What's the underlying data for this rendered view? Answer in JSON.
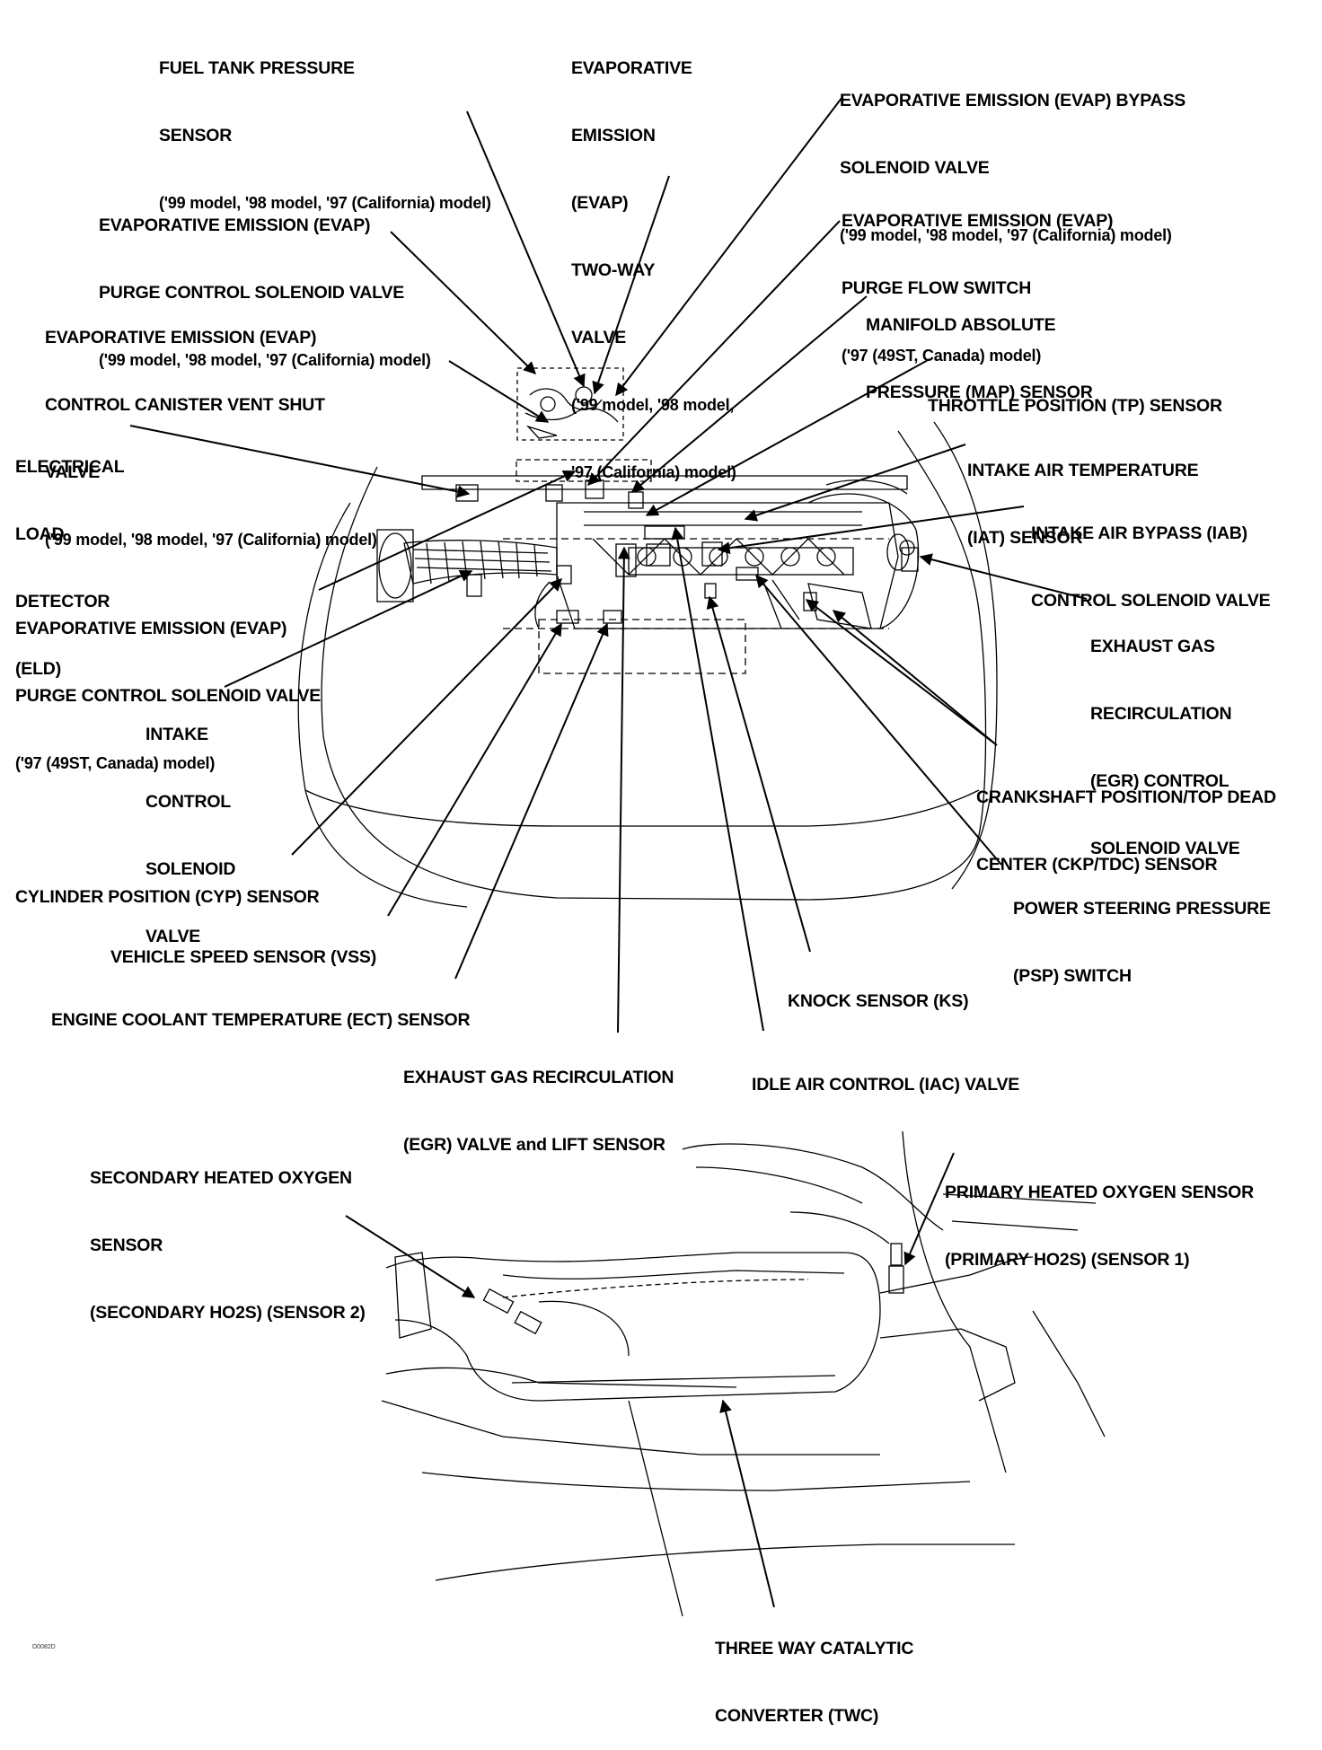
{
  "figure_code": "D0082D",
  "labels": {
    "fuel_tank_pressure": [
      "FUEL TANK PRESSURE",
      "SENSOR",
      "('99 model, '98 model, '97 (California) model)"
    ],
    "evap_two_way": [
      "EVAPORATIVE",
      "EMISSION",
      "(EVAP)",
      "TWO-WAY",
      "VALVE",
      "('99 model, '98 model,",
      "'97 (California) model)"
    ],
    "evap_bypass": [
      "EVAPORATIVE EMISSION (EVAP) BYPASS",
      "SOLENOID VALVE",
      "('99 model, '98 model, '97 (California) model)"
    ],
    "evap_purge_ctrl_99": [
      "EVAPORATIVE EMISSION (EVAP)",
      "PURGE CONTROL SOLENOID VALVE",
      "('99 model, '98 model, '97 (California) model)"
    ],
    "evap_purge_flow": [
      "EVAPORATIVE EMISSION (EVAP)",
      "PURGE FLOW SWITCH",
      "('97 (49ST, Canada) model)"
    ],
    "evap_canister_vent": [
      "EVAPORATIVE EMISSION (EVAP)",
      "CONTROL CANISTER VENT SHUT",
      "VALVE",
      "('99 model, '98 model, '97 (California) model)"
    ],
    "map_sensor": [
      "MANIFOLD ABSOLUTE",
      "PRESSURE (MAP) SENSOR"
    ],
    "tp_sensor": [
      "THROTTLE POSITION (TP) SENSOR"
    ],
    "eld": [
      "ELECTRICAL",
      "LOAD",
      "DETECTOR",
      "(ELD)"
    ],
    "iat_sensor": [
      "INTAKE AIR TEMPERATURE",
      "(IAT) SENSOR"
    ],
    "iab_valve": [
      "INTAKE AIR BYPASS (IAB)",
      "CONTROL SOLENOID VALVE"
    ],
    "evap_purge_ctrl_97": [
      "EVAPORATIVE EMISSION (EVAP)",
      "PURGE CONTROL SOLENOID VALVE",
      "('97 (49ST, Canada) model)"
    ],
    "egr_control": [
      "EXHAUST GAS",
      "RECIRCULATION",
      "(EGR) CONTROL",
      "SOLENOID VALVE"
    ],
    "intake_control": [
      "INTAKE",
      "CONTROL",
      "SOLENOID",
      "VALVE"
    ],
    "ckp_tdc": [
      "CRANKSHAFT POSITION/TOP DEAD",
      "CENTER (CKP/TDC) SENSOR"
    ],
    "cyp_sensor": [
      "CYLINDER POSITION (CYP) SENSOR"
    ],
    "psp_switch": [
      "POWER STEERING PRESSURE",
      "(PSP) SWITCH"
    ],
    "vss": [
      "VEHICLE SPEED SENSOR (VSS)"
    ],
    "knock_sensor": [
      "KNOCK SENSOR (KS)"
    ],
    "ect_sensor": [
      "ENGINE COOLANT TEMPERATURE (ECT) SENSOR"
    ],
    "egr_valve": [
      "EXHAUST GAS RECIRCULATION",
      "(EGR) VALVE and LIFT SENSOR"
    ],
    "iac_valve": [
      "IDLE AIR CONTROL (IAC) VALVE"
    ],
    "secondary_ho2s": [
      "SECONDARY HEATED OXYGEN",
      "SENSOR",
      "(SECONDARY HO2S) (SENSOR 2)"
    ],
    "primary_ho2s": [
      "PRIMARY HEATED OXYGEN SENSOR",
      "(PRIMARY HO2S) (SENSOR 1)"
    ],
    "twc": [
      "THREE WAY CATALYTIC",
      "CONVERTER (TWC)"
    ]
  }
}
